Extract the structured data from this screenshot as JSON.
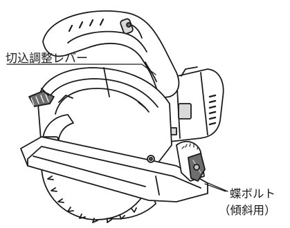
{
  "labels": {
    "depth_lever": "切込調整レバー",
    "wing_bolt": "蝶ボルト",
    "wing_bolt_note": "（傾斜用）"
  },
  "colors": {
    "line": "#1a1a1a",
    "fill_light": "#ffffff",
    "fill_gray": "#d9d9d9",
    "fill_dark": "#6e6e6e",
    "highlight": "#c4c4c4"
  },
  "icons": [
    "circular-saw-illustration"
  ]
}
